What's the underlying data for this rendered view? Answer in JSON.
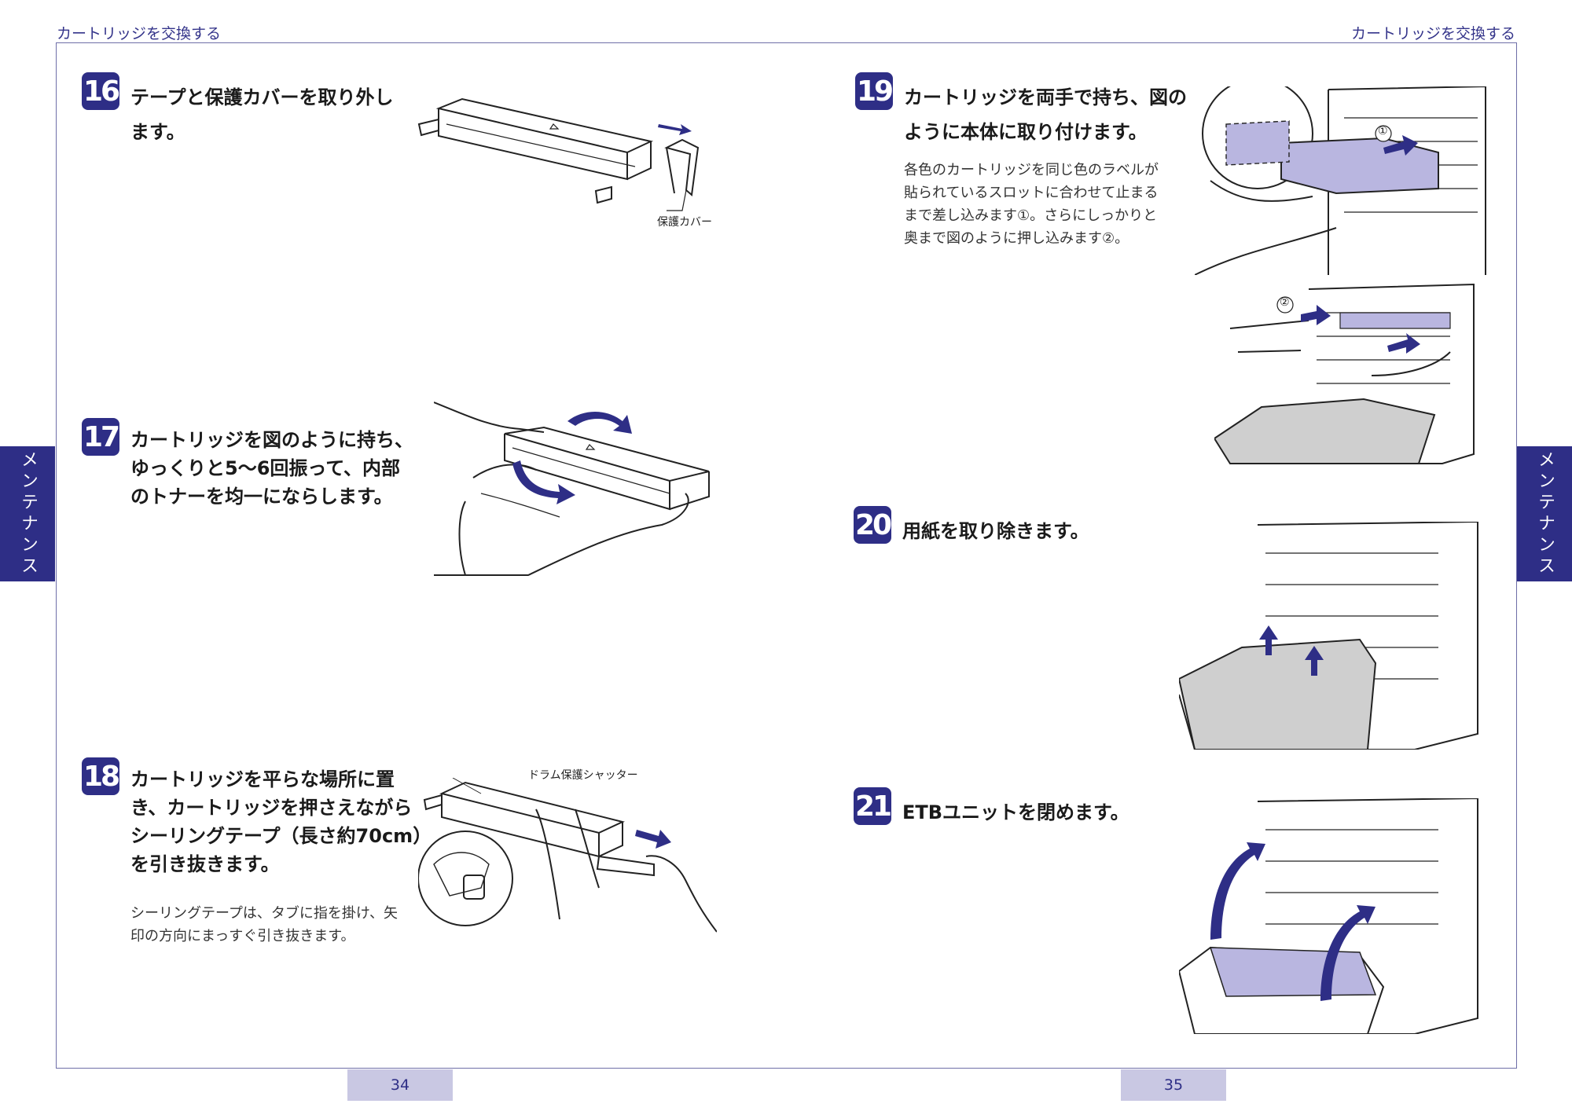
{
  "header": {
    "left": "カートリッジを交換する",
    "right": "カートリッジを交換する"
  },
  "side_tab": {
    "left": "メンテナンス",
    "right": "メンテナンス"
  },
  "pages": {
    "left": "34",
    "right": "35"
  },
  "steps": {
    "s16": {
      "number": "16",
      "title_lines": [
        "テープと保護カバーを取り外し",
        "ます。"
      ],
      "callout": "保護カバー"
    },
    "s17": {
      "number": "17",
      "title_lines": [
        "カートリッジを図のように持ち、",
        "ゆっくりと5〜6回振って、内部",
        "のトナーを均一にならします。"
      ]
    },
    "s18": {
      "number": "18",
      "title_lines": [
        "カートリッジを平らな場所に置",
        "き、カートリッジを押さえながら",
        "シーリングテープ（長さ約70cm）",
        "を引き抜きます。"
      ],
      "note_lines": [
        "シーリングテープは、タブに指を掛け、矢",
        "印の方向にまっすぐ引き抜きます。"
      ],
      "callout": "ドラム保護シャッター"
    },
    "s19": {
      "number": "19",
      "title_lines": [
        "カートリッジを両手で持ち、図の",
        "ように本体に取り付けます。"
      ],
      "note_lines": [
        "各色のカートリッジを同じ色のラベルが",
        "貼られているスロットに合わせて止まる",
        "まで差し込みます①。さらにしっかりと",
        "奥まで図のように押し込みます②。"
      ],
      "marker1": "①",
      "marker2": "②"
    },
    "s20": {
      "number": "20",
      "title_lines": [
        "用紙を取り除きます。"
      ]
    },
    "s21": {
      "number": "21",
      "title_lines": [
        "ETBユニットを閉めます。"
      ]
    }
  },
  "colors": {
    "accent": "#2e2e86",
    "frame": "#6e6ea8",
    "page_tab": "#c9c8e3",
    "arrow": "#2e2e86",
    "highlight": "#b9b6e0"
  }
}
